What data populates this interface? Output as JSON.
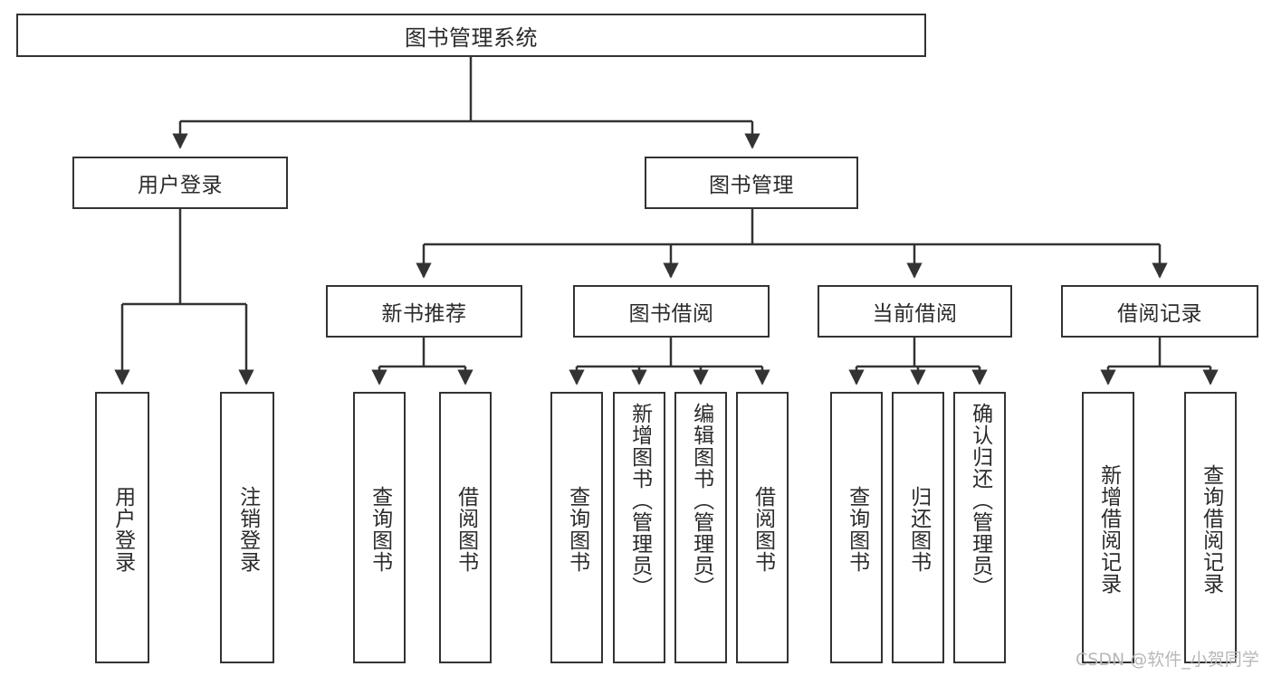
{
  "diagram": {
    "title_node": {
      "label": "图书管理系统"
    },
    "level2": [
      {
        "id": "user-login",
        "label": "用户登录"
      },
      {
        "id": "book-management",
        "label": "图书管理"
      }
    ],
    "level3": [
      {
        "id": "new-book-recommend",
        "label": "新书推荐"
      },
      {
        "id": "book-borrow",
        "label": "图书借阅"
      },
      {
        "id": "current-borrow",
        "label": "当前借阅"
      },
      {
        "id": "borrow-record",
        "label": "借阅记录"
      }
    ],
    "leaves": {
      "user_login": [
        {
          "id": "leaf-user-login",
          "label": "用户登录"
        },
        {
          "id": "leaf-logout-login",
          "label": "注销登录"
        }
      ],
      "new_book_recommend": [
        {
          "id": "leaf-query-book-1",
          "label": "查询图书"
        },
        {
          "id": "leaf-borrow-book-1",
          "label": "借阅图书"
        }
      ],
      "book_borrow": [
        {
          "id": "leaf-query-book-2",
          "label": "查询图书"
        },
        {
          "id": "leaf-add-book",
          "label": "新增图书（管理员）"
        },
        {
          "id": "leaf-edit-book",
          "label": "编辑图书（管理员）"
        },
        {
          "id": "leaf-borrow-book-2",
          "label": "借阅图书"
        }
      ],
      "current_borrow": [
        {
          "id": "leaf-query-book-3",
          "label": "查询图书"
        },
        {
          "id": "leaf-return-book",
          "label": "归还图书"
        },
        {
          "id": "leaf-confirm-return",
          "label": "确认归还（管理员）"
        }
      ],
      "borrow_record": [
        {
          "id": "leaf-add-record",
          "label": "新增借阅记录"
        },
        {
          "id": "leaf-query-record",
          "label": "查询借阅记录"
        }
      ]
    }
  },
  "watermark": {
    "text": "CSDN @软件_小贺同学"
  },
  "colors": {
    "stroke": "#333333",
    "text": "#2b2b2b",
    "background": "#ffffff",
    "watermark": "#b8b8b8"
  }
}
